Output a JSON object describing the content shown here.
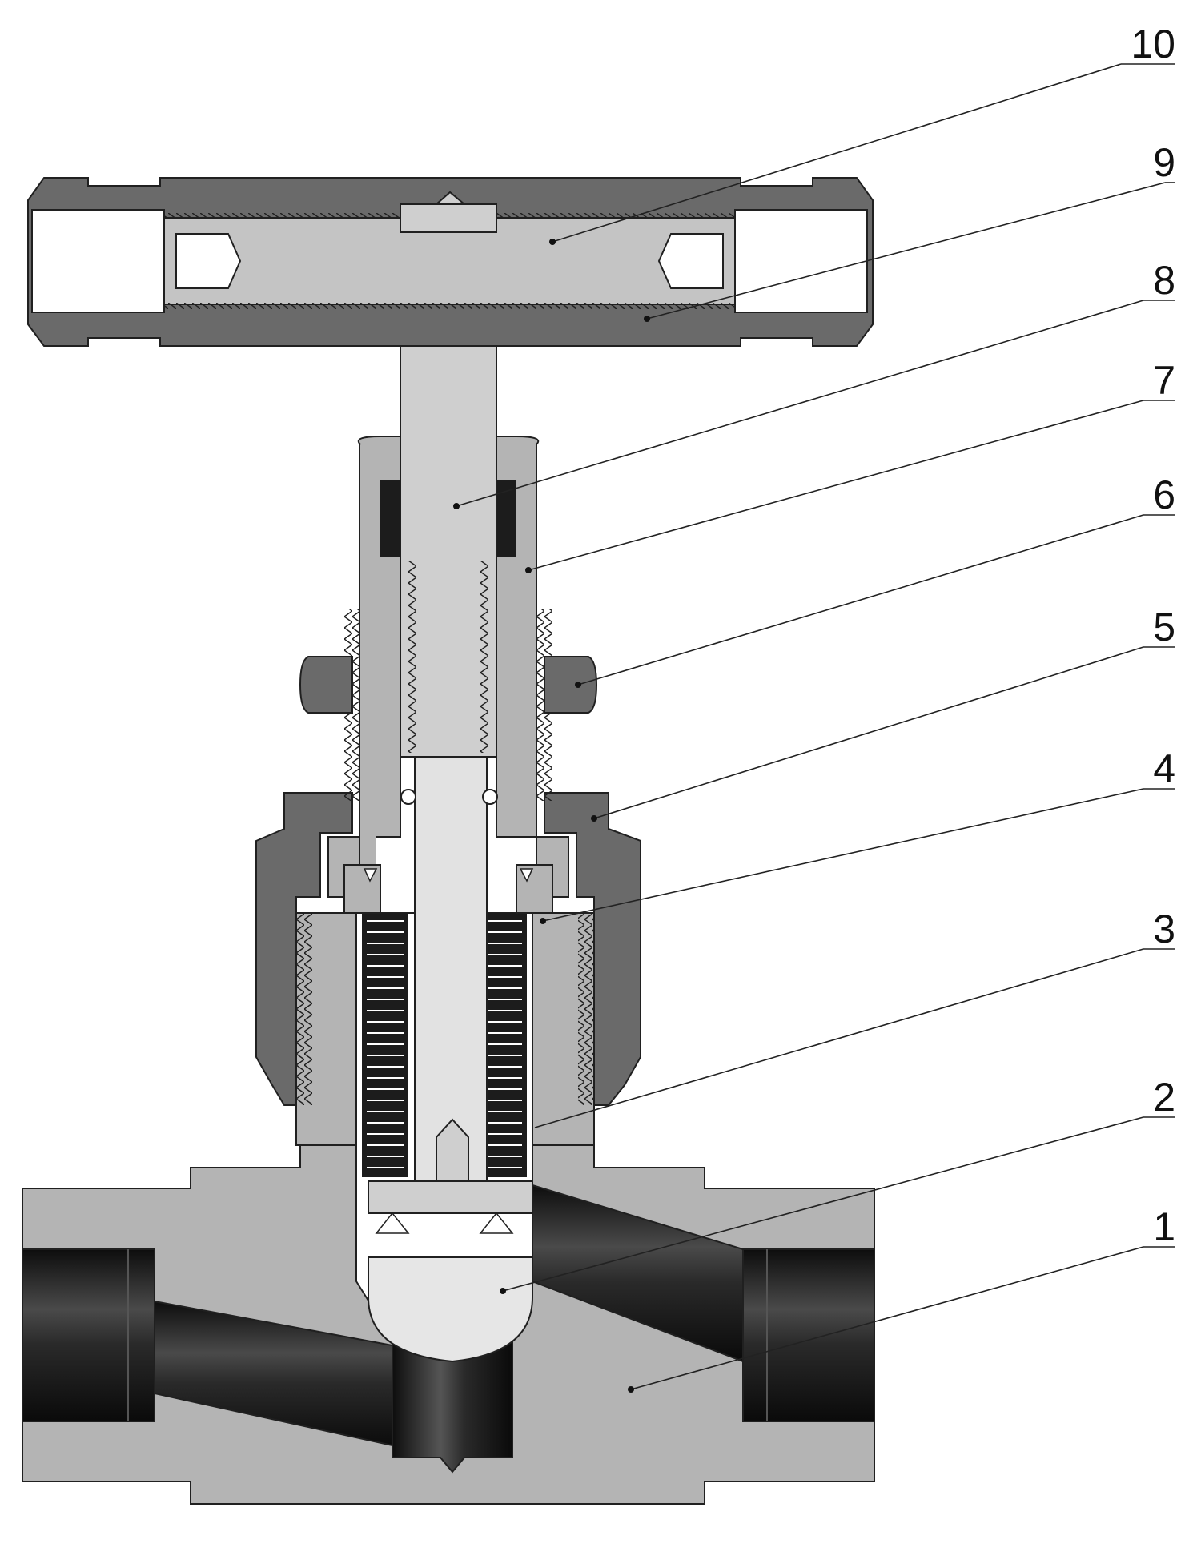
{
  "callouts": [
    {
      "id": "1",
      "label": "1"
    },
    {
      "id": "2",
      "label": "2"
    },
    {
      "id": "3",
      "label": "3"
    },
    {
      "id": "4",
      "label": "4"
    },
    {
      "id": "5",
      "label": "5"
    },
    {
      "id": "6",
      "label": "6"
    },
    {
      "id": "7",
      "label": "7"
    },
    {
      "id": "8",
      "label": "8"
    },
    {
      "id": "9",
      "label": "9"
    },
    {
      "id": "10",
      "label": "10"
    }
  ],
  "colors": {
    "body_metal": "#b4b4b4",
    "dark_metal": "#6a6a6a",
    "light_metal": "#cfcfcf",
    "bore_black": "#1a1a1a",
    "outline": "#202020"
  }
}
